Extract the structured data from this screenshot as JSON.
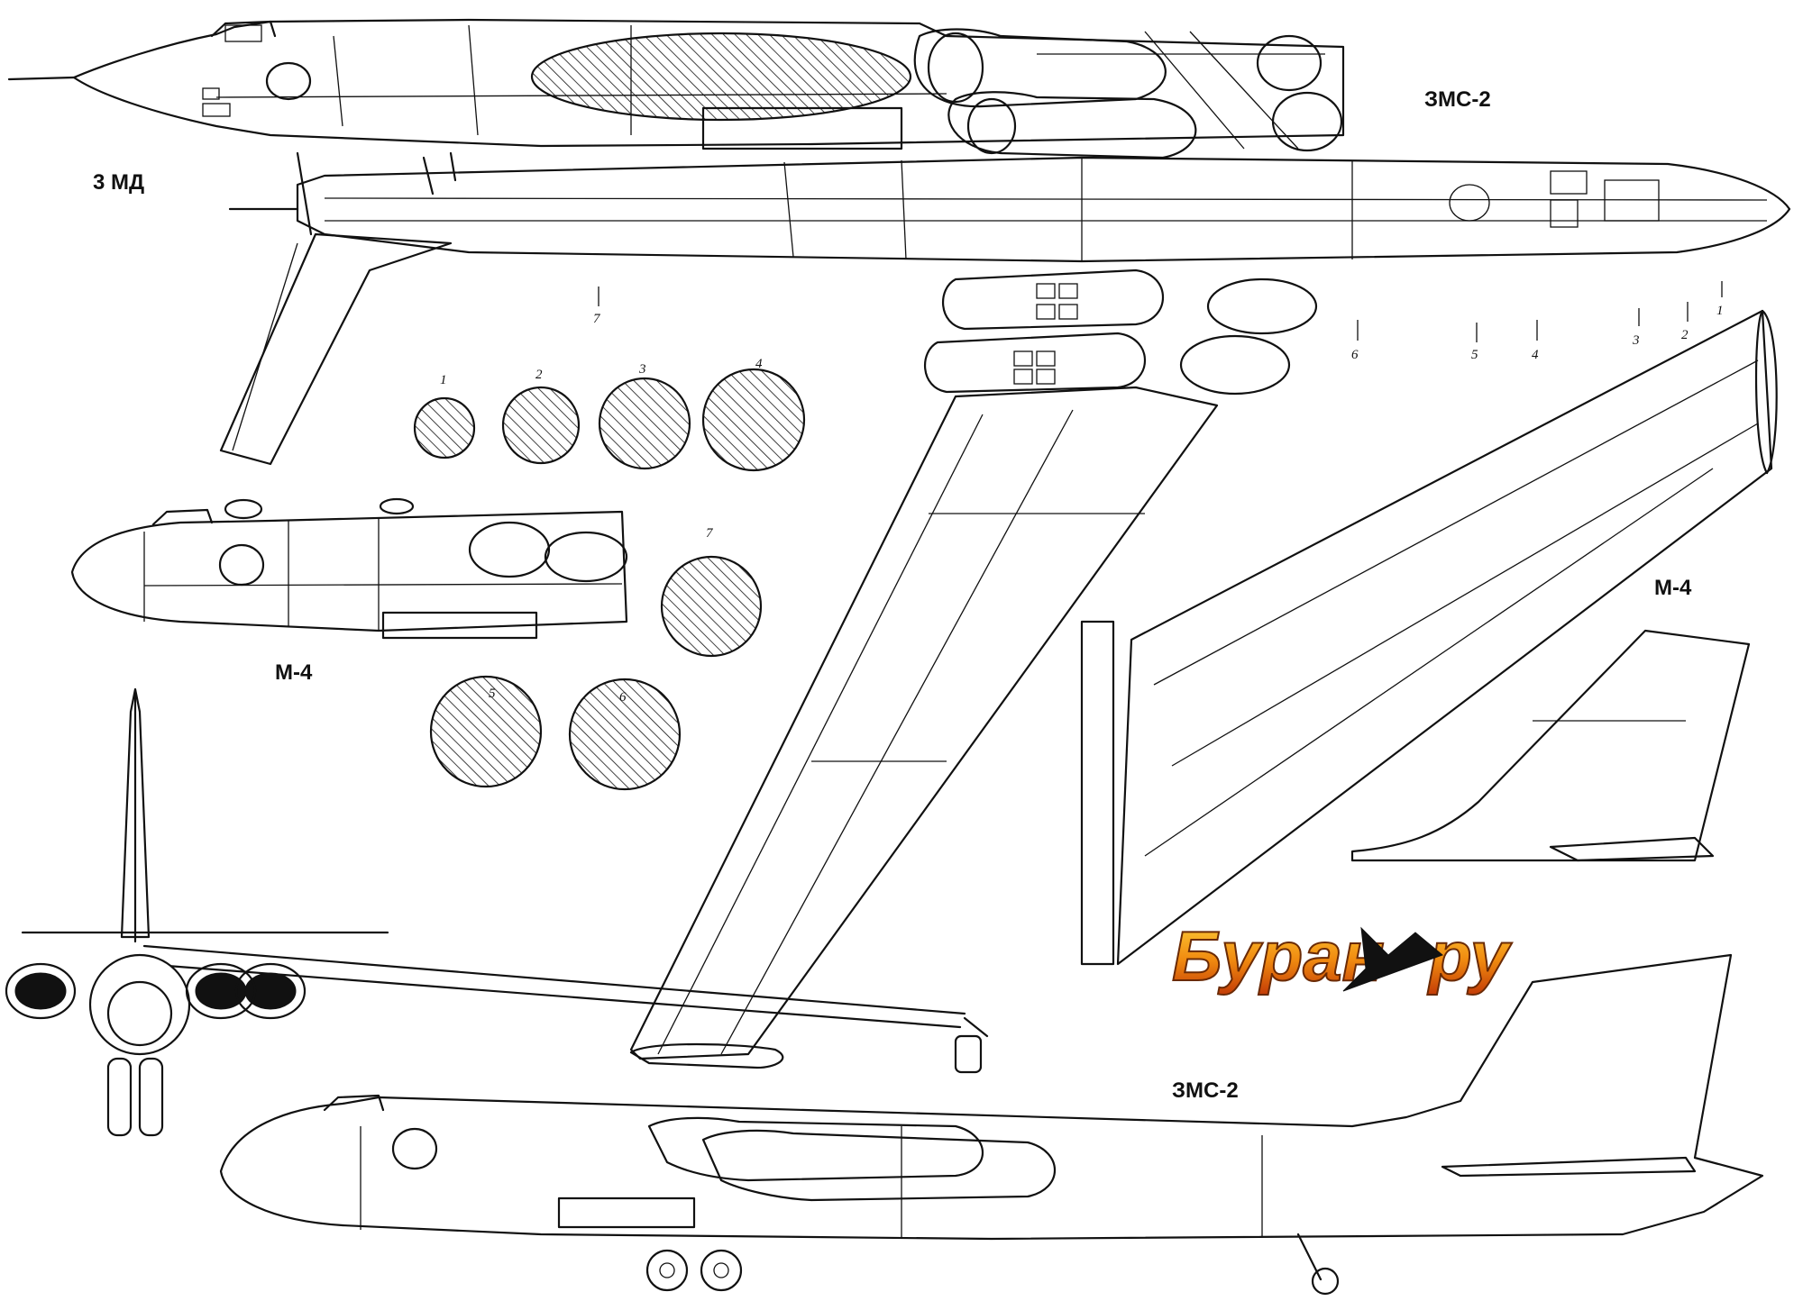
{
  "labels": {
    "view_top_right": "ЗМС-2",
    "view_top_left": "3 МД",
    "view_mid_left": "М-4",
    "view_right": "М-4",
    "view_bottom": "ЗМС-2"
  },
  "section_numbers": [
    "1",
    "2",
    "3",
    "4",
    "5",
    "6",
    "7"
  ],
  "logo": {
    "left": "Буран",
    "right": "ру"
  }
}
